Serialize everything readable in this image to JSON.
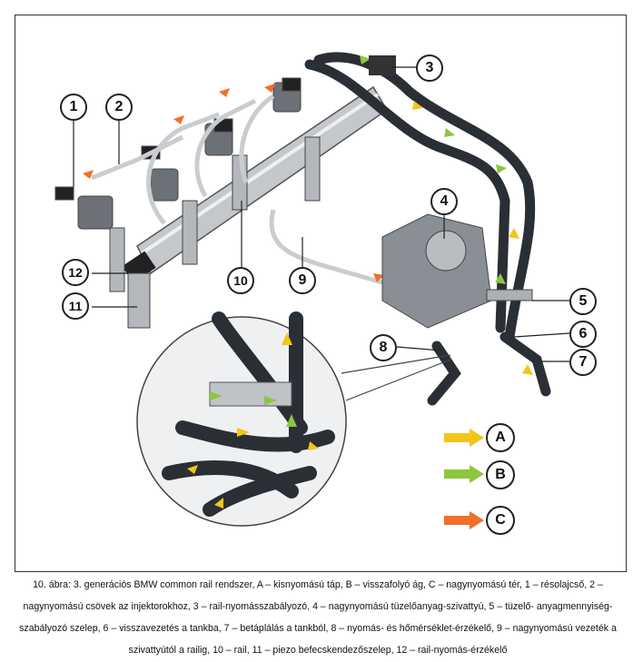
{
  "diagram": {
    "callouts": [
      {
        "id": "1",
        "label": "1"
      },
      {
        "id": "2",
        "label": "2"
      },
      {
        "id": "3",
        "label": "3"
      },
      {
        "id": "4",
        "label": "4"
      },
      {
        "id": "5",
        "label": "5"
      },
      {
        "id": "6",
        "label": "6"
      },
      {
        "id": "7",
        "label": "7"
      },
      {
        "id": "8",
        "label": "8"
      },
      {
        "id": "9",
        "label": "9"
      },
      {
        "id": "10",
        "label": "10"
      },
      {
        "id": "11",
        "label": "11"
      },
      {
        "id": "12",
        "label": "12"
      }
    ],
    "legend": [
      {
        "letter": "A",
        "color": "#f4c418"
      },
      {
        "letter": "B",
        "color": "#8dc63f"
      },
      {
        "letter": "C",
        "color": "#f0702a"
      }
    ],
    "colors": {
      "low_pressure": "#f4c418",
      "return": "#8dc63f",
      "high_pressure": "#f0702a",
      "hose": "#2a2f35",
      "metal": "#b9bcc0"
    }
  },
  "caption": {
    "text": "10. ábra: 3. generációs BMW common rail rendszer, A – kisnyomású táp, B – visszafolyó ág, C – nagynyomású tér, 1 – résolajcső, 2 – nagynyomású csövek az injektorokhoz, 3 – rail-nyomásszabályozó, 4 – nagynyomású tüzelőanyag-szivattyú, 5 – tüzelő- anyagmennyiség-szabályozó szelep, 6 – visszavezetés a tankba, 7 – betáplálás a tankból, 8 – nyomás- és hőmérséklet-érzékelő, 9 – nagynyomású vezeték a szivattyútól a railig, 10 – rail, 11 – piezo befecskendezőszelep, 12 – rail-nyomás-érzékelő"
  }
}
